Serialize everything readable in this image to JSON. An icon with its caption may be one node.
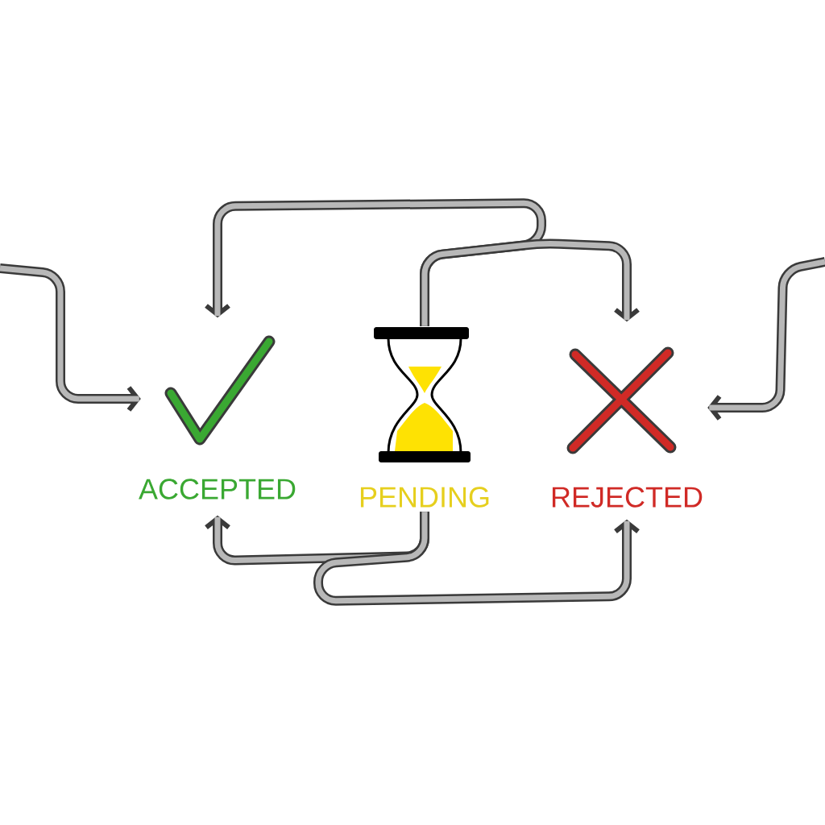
{
  "diagram": {
    "nodes": [
      {
        "text": [
          "ACCEPTED"
        ]
      },
      {
        "text": [
          "PENDING"
        ]
      },
      {
        "text": [
          "REJECTED"
        ]
      }
    ],
    "edges": [
      {
        "from": null,
        "to": 0,
        "arrow": "to"
      },
      {
        "from": null,
        "to": 2,
        "arrow": "to"
      },
      {
        "from": 1,
        "to": 0,
        "arrow": "to"
      },
      {
        "from": 1,
        "to": 2,
        "arrow": "to"
      },
      {
        "from": 1,
        "to": 0,
        "arrow": "to"
      },
      {
        "from": 1,
        "to": 2,
        "arrow": "to"
      }
    ]
  }
}
